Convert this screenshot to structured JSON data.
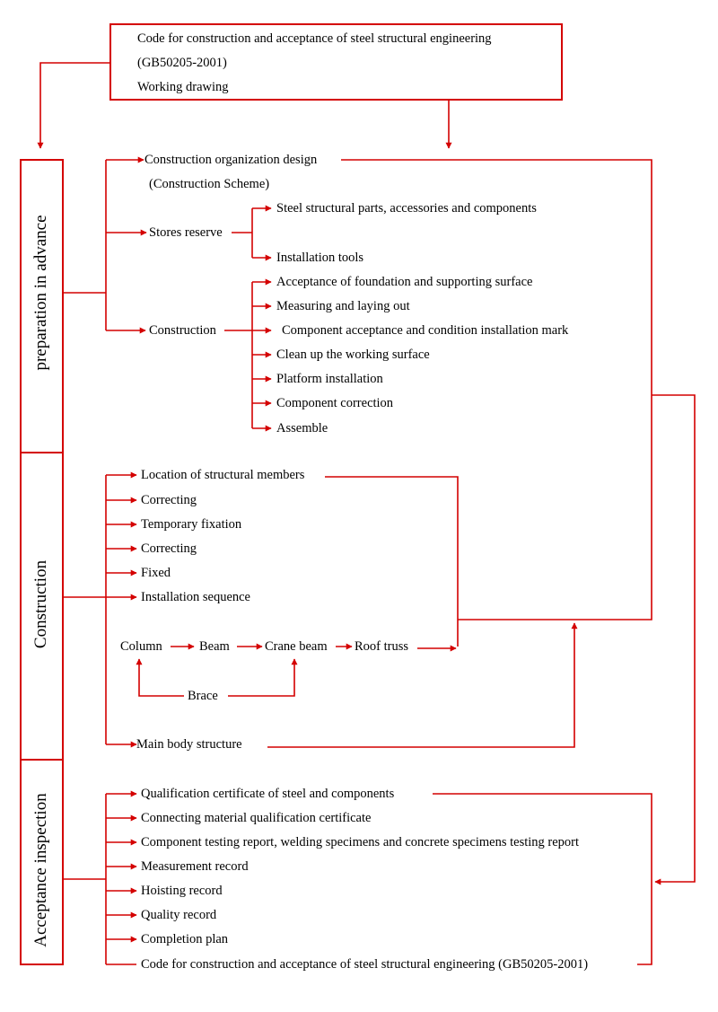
{
  "top": {
    "line1": "Code for construction and acceptance of steel structural engineering",
    "line2": "(GB50205-2001)",
    "line3": "Working drawing"
  },
  "stages": {
    "preparation": "preparation in advance",
    "construction": "Construction",
    "acceptance": "Acceptance inspection"
  },
  "prep": {
    "org_design": "Construction organization design",
    "org_design_sub": "(Construction Scheme)",
    "stores": "Stores reserve",
    "stores_items": [
      "Steel structural parts, accessories and components",
      "Installation tools"
    ],
    "construction": "Construction",
    "construction_items": [
      "Acceptance of foundation and supporting surface",
      "Measuring and laying out",
      "Component acceptance and condition installation mark",
      "Clean up the working surface",
      "Platform installation",
      "Component correction",
      "Assemble"
    ]
  },
  "construction": {
    "items": [
      "Location of structural members",
      "Correcting",
      "Temporary fixation",
      "Correcting",
      "Fixed",
      "Installation sequence"
    ],
    "sequence": {
      "column": "Column",
      "beam": "Beam",
      "crane_beam": "Crane beam",
      "roof_truss": "Roof truss",
      "brace": "Brace"
    },
    "main_body": "Main body structure"
  },
  "acceptance": {
    "items": [
      "Qualification certificate of steel and components",
      "Connecting material qualification certificate",
      "Component testing report, welding specimens and concrete specimens testing report",
      "Measurement record",
      "Hoisting record",
      "Quality record",
      "Completion plan",
      "Code for construction and acceptance of steel structural engineering (GB50205-2001)"
    ]
  },
  "colors": {
    "line": "#d40000",
    "text": "#000000"
  }
}
